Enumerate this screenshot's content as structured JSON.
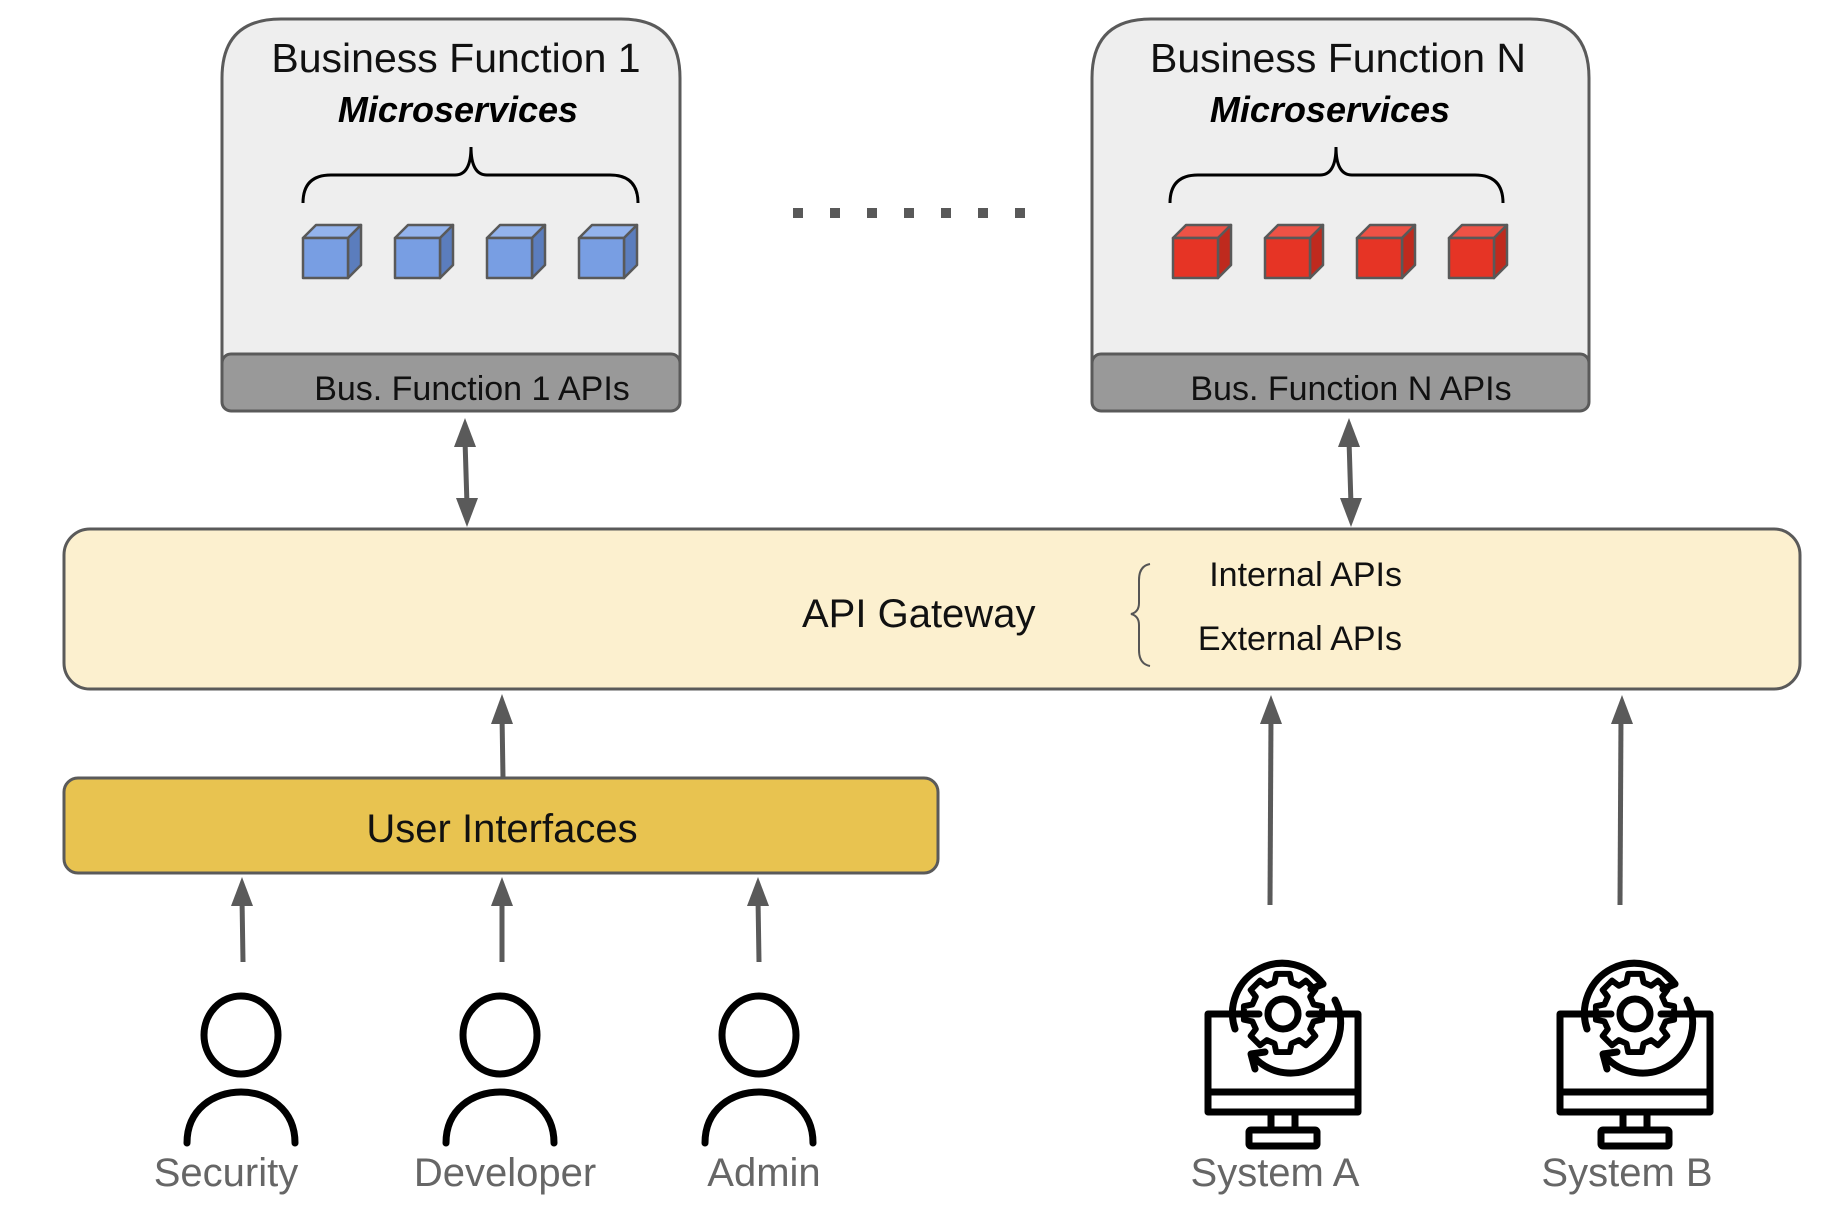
{
  "business_functions": [
    {
      "title": "Business Function 1",
      "subtitle": "Microservices",
      "api_label": "Bus. Function 1 APIs",
      "cube_count": 4,
      "cube_colors": {
        "front": "#789ee3",
        "top": "#93b3ec",
        "side": "#5b7dbd"
      }
    },
    {
      "title": "Business Function N",
      "subtitle": "Microservices",
      "api_label": "Bus. Function N APIs",
      "cube_count": 4,
      "cube_colors": {
        "front": "#e63425",
        "top": "#ee5246",
        "side": "#bf2a1e"
      }
    }
  ],
  "ellipsis_dots": 7,
  "gateway": {
    "title": "API Gateway",
    "items": [
      "Internal APIs",
      "External APIs"
    ],
    "color": "#fcf0cf"
  },
  "user_interfaces": {
    "label": "User Interfaces",
    "color": "#e8c350"
  },
  "users": [
    {
      "label": "Security",
      "icon": "person-icon"
    },
    {
      "label": "Developer",
      "icon": "person-icon"
    },
    {
      "label": "Admin",
      "icon": "person-icon"
    }
  ],
  "systems": [
    {
      "label": "System A",
      "icon": "system-gear-monitor-icon"
    },
    {
      "label": "System B",
      "icon": "system-gear-monitor-icon"
    }
  ],
  "colors": {
    "bf_box_fill": "#eeeeee",
    "bf_api_bar": "#999999",
    "stroke": "#5a5a5a"
  }
}
